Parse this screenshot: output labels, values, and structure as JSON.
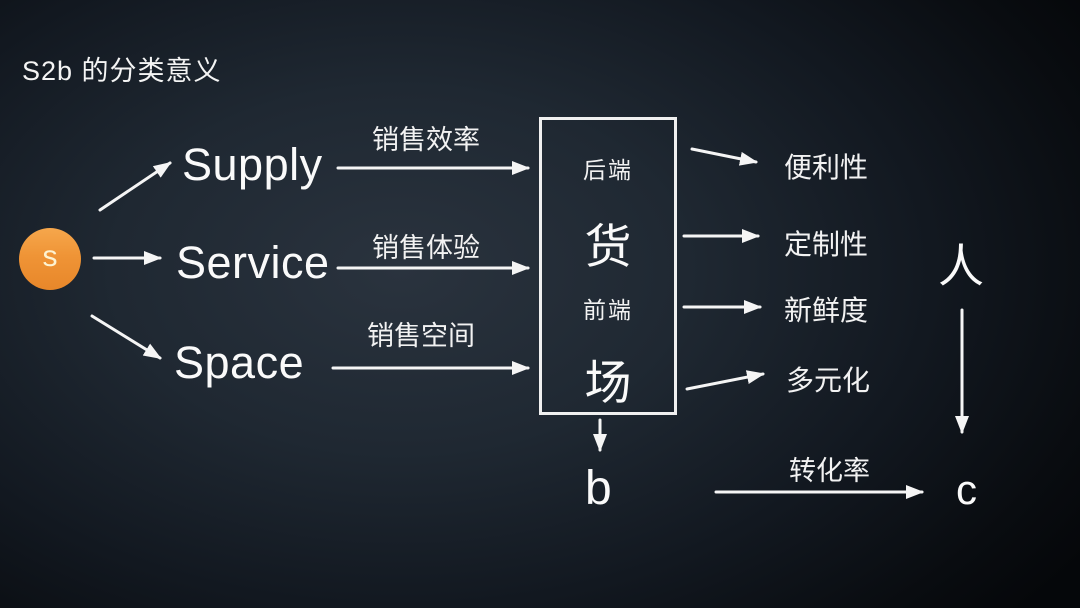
{
  "title": "S2b 的分类意义",
  "colors": {
    "s_node_orange": "#EF9436",
    "background_dark": "#10161d",
    "text_white": "#F5F5F5"
  },
  "source_node": {
    "label": "s"
  },
  "branches": [
    {
      "label": "Supply",
      "arrow_label": "销售效率"
    },
    {
      "label": "Service",
      "arrow_label": "销售体验"
    },
    {
      "label": "Space",
      "arrow_label": "销售空间"
    }
  ],
  "center_box": {
    "sections": [
      {
        "small": "后端",
        "big": "货"
      },
      {
        "small": "前端",
        "big": "场"
      }
    ]
  },
  "outputs": [
    {
      "label": "便利性"
    },
    {
      "label": "定制性"
    },
    {
      "label": "新鲜度"
    },
    {
      "label": "多元化"
    }
  ],
  "person_node": {
    "label": "人"
  },
  "b_node": {
    "label": "b"
  },
  "c_node": {
    "label": "c"
  },
  "conversion": {
    "arrow_label": "转化率"
  }
}
